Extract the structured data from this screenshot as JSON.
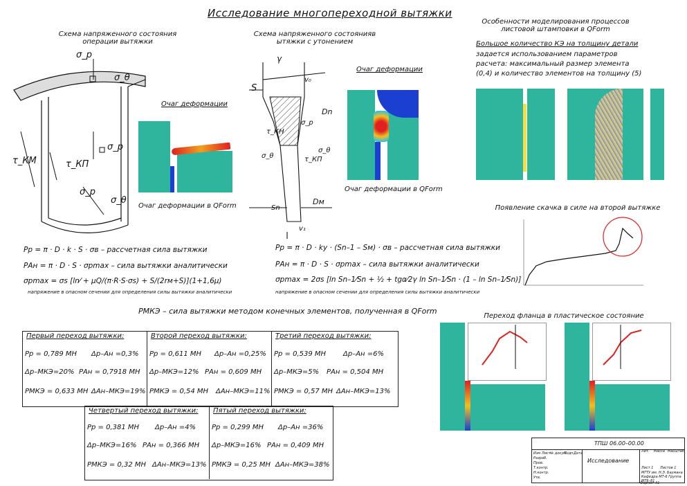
{
  "title": "Исследование многопереходной вытяжки",
  "left_scheme": {
    "heading": "Схема напряженного состояния операции вытяжки",
    "zone_label": "Очаг деформации",
    "qform_label": "Очаг деформации в QForm",
    "symbols": {
      "sigma_r_top": "σ_р",
      "sigma_theta_top": "σ_θ",
      "sigma_r_mid": "σ_р",
      "tau_km": "τ_КМ",
      "tau_kp": "τ_КП",
      "sigma_r_bottom": "σ_р",
      "sigma_theta_bottom": "σ_θ"
    }
  },
  "mid_scheme": {
    "heading": "Схема напряженного состоянияв ытяжки с утонением",
    "zone_label": "Очаг деформации",
    "qform_label": "Очаг деформации в QForm",
    "symbols": {
      "gamma": "γ",
      "S": "S",
      "v0": "v₀",
      "Dn": "Dn",
      "tau_kn": "τ_КН",
      "sigma_r": "σ_р",
      "sigma_theta_l": "σ_θ",
      "tau_kp": "τ_КП",
      "sigma_theta_r": "σ_θ",
      "Sn": "Sn",
      "Dm": "Dм",
      "v1": "v₁"
    }
  },
  "right_panel": {
    "heading": "Особенности моделирования процессов листовой штамповки в QForm",
    "subheading": "Большое количество КЭ на толщину детали",
    "text": "задается использованием параметров расчета: максимальный размер элемента (0,4) и количество элементов на толщину (5)",
    "jump_heading": "Появление скачка в силе на второй вытяжке",
    "flange_heading": "Переход фланца в пластическое состояние"
  },
  "formulas_left": {
    "f1": "Pр = π · D · k · S · σв –   рассчетная сила вытяжки",
    "f2": "PАн = π · D · S · σpmax –    сила вытяжки аналитически",
    "f3": "σpmax = σs [ln⁄ + μQ/(π·R·S·σs) + S/(2rм+S)](1+1,6μ)",
    "note": "напряжение в опасном сечении для определения силы вытяжки аналитически"
  },
  "formulas_mid": {
    "f1": "Pр = π · D · kу · (Sn–1 – Sм) · σв –  рассчетная сила вытяжки",
    "f2": "PАн = π · D · S · σpmax   –    сила вытяжки аналитически",
    "f3": "σpmax = 2σs [ln Sn–1⁄Sn + ½ + tgα⁄2γ ln Sn–1⁄Sn · (1 – ln Sn–1⁄Sn)]",
    "note": "напряжение в опасном сечении для определения силы вытяжки аналитически"
  },
  "mke_line": "PМКЭ – сила вытяжки методом конечных элементов, полученная в QForm",
  "transitions": [
    {
      "head": "Первый переход вытяжки:",
      "pr": "Pр = 0,789 МН",
      "d_ran": "Δр–Ан =0,3%",
      "d_rmke": "Δр–МКЭ=20%",
      "pan": "PАн = 0,7918 МН",
      "pmke": "PМКЭ = 0,633 МН",
      "d_anmke": "ΔАн–МКЭ=19%"
    },
    {
      "head": "Второй переход вытяжки:",
      "pr": "Pр = 0,611 МН",
      "d_ran": "Δр–Ан =0,25%",
      "d_rmke": "Δр–МКЭ=12%",
      "pan": "PАн = 0,609 МН",
      "pmke": "PМКЭ = 0,54 МН",
      "d_anmke": "ΔАн–МКЭ=11%"
    },
    {
      "head": "Третий переход вытяжки:",
      "pr": "Pр = 0,539 МН",
      "d_ran": "Δр–Ан =6%",
      "d_rmke": "Δр–МКЭ=5%",
      "pan": "PАн = 0,504 МН",
      "pmke": "PМКЭ = 0,57 МН",
      "d_anmke": "ΔАн–МКЭ=13%"
    },
    {
      "head": "Четвертый переход вытяжки:",
      "pr": "Pр = 0,381 МН",
      "d_ran": "Δр–Ан =4%",
      "d_rmke": "Δр–МКЭ=16%",
      "pan": "PАн = 0,366 МН",
      "pmke": "PМКЭ = 0,32 МН",
      "d_anmke": "ΔАн–МКЭ=13%"
    },
    {
      "head": "Пятый переход вытяжки:",
      "pr": "Pр = 0,299 МН",
      "d_ran": "Δр–Ан =36%",
      "d_rmke": "Δр–МКЭ=16%",
      "pan": "PАн = 0,409 МН",
      "pmke": "PМКЭ = 0,25 МН",
      "d_anmke": "ΔАн–МКЭ=38%"
    }
  ],
  "stamp": {
    "code": "ТПШ 06.00–00.00",
    "name": "Исследование",
    "cols": [
      "Лит.",
      "Масса",
      "Масштаб"
    ],
    "rows_left": [
      "Изм",
      "Лист",
      "№ докум.",
      "Подп.",
      "Дата"
    ],
    "roles": [
      "Разраб.",
      "Пров.",
      "Т.контр.",
      "Н.контр.",
      "Утв."
    ],
    "sheet": "Лист 1",
    "sheets": "Листов 1",
    "org": "МГТУ им. Н.Э. Баумана Кафедра МТ-6 Группа МТ6–81",
    "format": "Формат А1"
  },
  "colors": {
    "teal": "#2fb59d",
    "blue": "#1a3fd1",
    "red": "#e02020",
    "yellow": "#f0e040"
  }
}
